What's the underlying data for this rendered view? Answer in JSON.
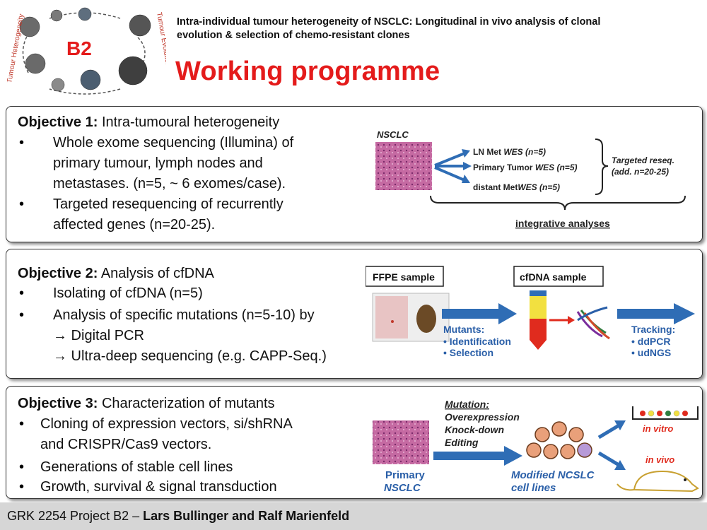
{
  "logo": {
    "label": "B2",
    "left_arc_text": "Tumour Heterogeneity",
    "right_arc_text": "Tumour Evolution"
  },
  "header": {
    "title_line1": "Intra-individual tumour heterogeneity of NSCLC: Longitudinal in vivo analysis of clonal",
    "title_line2": "evolution & selection of chemo-resistant clones",
    "heading": "Working programme"
  },
  "objective1": {
    "label": "Objective 1:",
    "title": " Intra-tumoural heterogeneity",
    "bullets": [
      [
        "Whole exome sequencing (Illumina) of",
        "primary tumour, lymph nodes and",
        "metastases. (n=5, ~ 6 exomes/case)."
      ],
      [
        "Targeted resequencing of recurrently",
        "affected genes (n=20-25)."
      ]
    ],
    "figure": {
      "nsclc": "NSCLC",
      "ln_met": "LN Met ",
      "ln_met_wes": "WES (n=5)",
      "primary": "Primary Tumor ",
      "primary_wes": "WES (n=5)",
      "distant": "distant Met",
      "distant_wes": "WES (n=5)",
      "targeted1": "Targeted reseq.",
      "targeted2": "(add. n=20-25)",
      "integrative": "integrative analyses"
    }
  },
  "objective2": {
    "label": "Objective 2:",
    "title": " Analysis of cfDNA",
    "bullets": [
      [
        "Isolating of cfDNA (n=5)"
      ],
      [
        "Analysis of specific mutations (n=5-10) by",
        "→ Digital PCR",
        "→ Ultra-deep sequencing (e.g. CAPP-Seq.)"
      ]
    ],
    "figure": {
      "ffpe": "FFPE sample",
      "cfdna": "cfDNA sample",
      "mutants": "Mutants:",
      "mut1": "• Identification",
      "mut2": "• Selection",
      "tracking": "Tracking:",
      "trk1": "• ddPCR",
      "trk2": "• udNGS"
    }
  },
  "objective3": {
    "label": "Objective 3:",
    "title": " Characterization of mutants",
    "bullets": [
      [
        "Cloning of expression vectors, si/shRNA",
        "and CRISPR/Cas9 vectors."
      ],
      [
        "Generations of stable cell lines"
      ],
      [
        "Growth, survival & signal transduction"
      ]
    ],
    "figure": {
      "mutation": "Mutation:",
      "m1": "Overexpression",
      "m2": "Knock-down",
      "m3": "Editing",
      "primary1": "Primary",
      "primary2": "NSCLC",
      "modified1": "Modified  NCSLC",
      "modified2": "cell lines",
      "in_vitro": "in vitro",
      "in_vivo": "in vivo"
    }
  },
  "footer": {
    "project": "GRK 2254 Project B2 – ",
    "authors": "Lars Bullinger and Ralf Marienfeld"
  },
  "colors": {
    "heading_red": "#e41b1b",
    "figure_blue": "#2a5fa8",
    "arrow_blue": "#2f6db5"
  }
}
